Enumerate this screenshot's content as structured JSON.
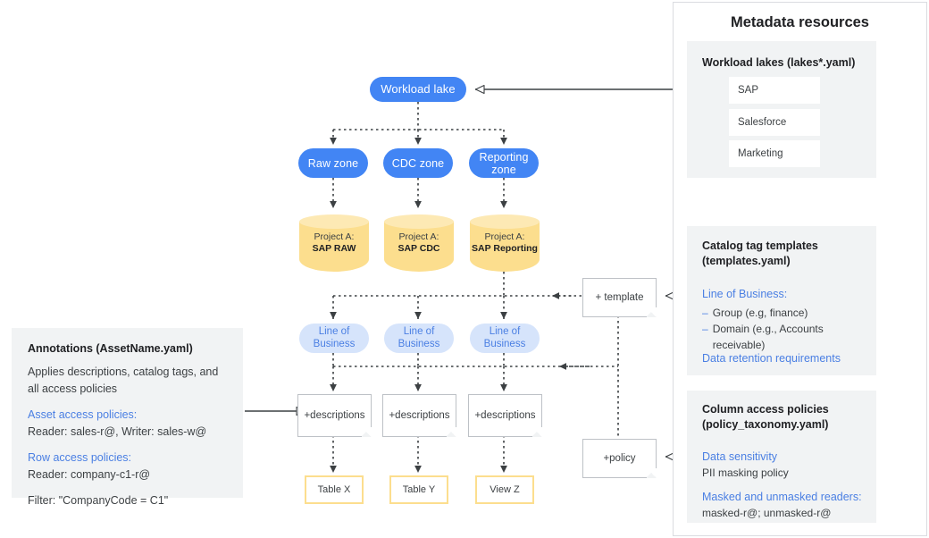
{
  "flow": {
    "lake": {
      "label": "Workload lake"
    },
    "zones": [
      {
        "label": "Raw zone"
      },
      {
        "label": "CDC zone"
      },
      {
        "label": "Reporting zone"
      }
    ],
    "datastores": [
      {
        "project": "Project A:",
        "name": "SAP RAW"
      },
      {
        "project": "Project A:",
        "name": "SAP CDC"
      },
      {
        "project": "Project A:",
        "name": "SAP Reporting"
      }
    ],
    "lob": [
      {
        "label": "Line of Business"
      },
      {
        "label": "Line of Business"
      },
      {
        "label": "Line of Business"
      }
    ],
    "descriptions": [
      {
        "label": "+descriptions"
      },
      {
        "label": "+descriptions"
      },
      {
        "label": "+descriptions"
      }
    ],
    "outputs": [
      {
        "label": "Table X"
      },
      {
        "label": "Table Y"
      },
      {
        "label": "View Z"
      }
    ],
    "template_note": {
      "label": "+ template"
    },
    "policy_note": {
      "label": "+policy"
    }
  },
  "annotations": {
    "title": "Annotations (AssetName.yaml)",
    "intro_line1": "Applies descriptions, catalog tags, and",
    "intro_line2": "all access policies",
    "asset_heading": "Asset access policies:",
    "asset_value": "Reader: sales-r@, Writer: sales-w@",
    "row_heading": "Row access policies:",
    "row_value": "Reader: company-c1-r@",
    "filter_value": "Filter: \"CompanyCode = C1\""
  },
  "metadata": {
    "title": "Metadata resources",
    "lakes_card": {
      "heading": "Workload lakes (lakes*.yaml)",
      "rows": [
        {
          "label": "SAP"
        },
        {
          "label": "Salesforce"
        },
        {
          "label": "Marketing"
        }
      ]
    },
    "templates_card": {
      "heading_line1": "Catalog tag templates",
      "heading_line2": "(templates.yaml)",
      "blue_heading": "Line of Business:",
      "bullets": [
        {
          "dash": "–",
          "text": "Group (e.g, finance)"
        },
        {
          "dash": "–",
          "text": "Domain (e.g., Accounts receivable)"
        }
      ],
      "blue_footer": "Data retention requirements"
    },
    "policy_card": {
      "heading_line1": "Column access policies",
      "heading_line2": "(policy_taxonomy.yaml)",
      "blue_heading1": "Data sensitivity",
      "plain1": "PII masking policy",
      "blue_heading2": "Masked and unmasked readers:",
      "plain2": "masked-r@; unmasked-r@"
    }
  },
  "colors": {
    "blue": "#4285F4",
    "light_blue": "#D6E4FB",
    "yellow": "#FCDE8E",
    "grey_card": "#f1f3f4",
    "link_blue": "#4a7fe3"
  }
}
